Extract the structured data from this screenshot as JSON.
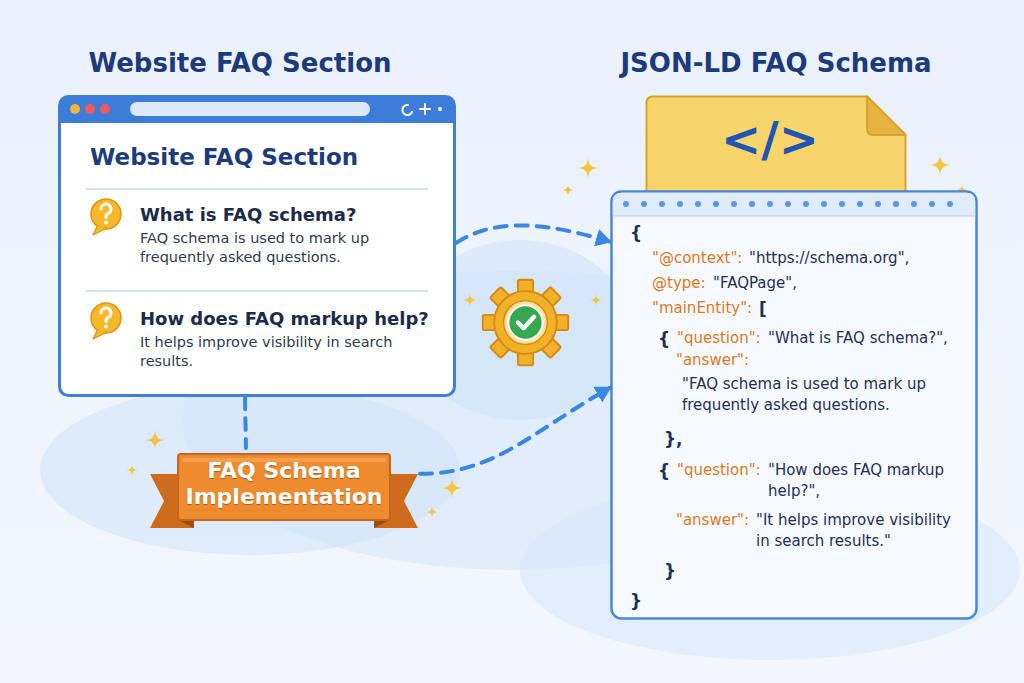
{
  "diagram": {
    "nodes": [
      {
        "text": [
          "Website FAQ Section",
          "Website FAQ Section",
          "What is FAQ schema?",
          "FAQ schema is used to mark up frequently asked questions.",
          "How does FAQ markup help?",
          "It helps improve visibility in search results."
        ]
      },
      {
        "text": [
          "JSON-LD FAQ Schema",
          "</>"
        ]
      },
      {
        "text": [
          "{",
          "\"@context\":",
          "\"https://schema.org\",",
          "@type:",
          "\"FAQPage\",",
          "\"mainEntity\":",
          "[",
          "{",
          "\"question\":",
          "\"What is FAQ schema?\",",
          "\"answer\":",
          "\"FAQ schema is used to mark up frequently asked questions.",
          "},",
          "{",
          "\"question\":",
          "\"How does FAQ markup help?\",",
          "\"answer\":",
          "\"It helps improve visibility in search results.\"",
          "}",
          "}"
        ]
      },
      {
        "text": [
          "FAQ Schema Implementation"
        ]
      }
    ],
    "edges": [
      {
        "from": 0,
        "to": 2,
        "arrow": "to"
      },
      {
        "from": 0,
        "to": 3,
        "arrow": "none"
      },
      {
        "from": 3,
        "to": 2,
        "arrow": "to"
      }
    ]
  }
}
